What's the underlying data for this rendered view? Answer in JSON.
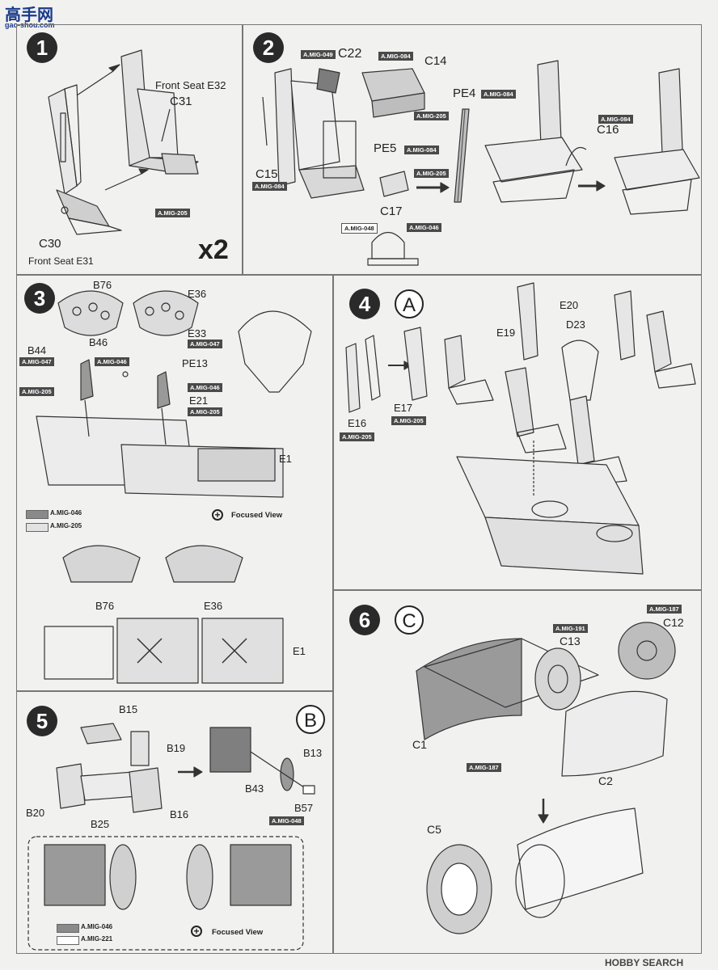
{
  "watermark_top": {
    "cn": "高手网",
    "url": "gao-shou.com"
  },
  "watermark_bottom": {
    "brand": "HOBBY SEARCH"
  },
  "step1": {
    "number": "1",
    "labels": {
      "front_seat_e32": "Front Seat E32",
      "c31": "C31",
      "c30": "C30",
      "front_seat_e31": "Front Seat E31"
    },
    "multiplier": "x2",
    "paint": [
      "A.MIG-205"
    ]
  },
  "step2": {
    "number": "2",
    "labels": {
      "c22": "C22",
      "c14": "C14",
      "pe4": "PE4",
      "pe5": "PE5",
      "c15": "C15",
      "c16": "C16",
      "c17": "C17"
    },
    "paint": {
      "c22": "A.MIG-049",
      "c14_top": "A.MIG-084",
      "c14_bottom": "A.MIG-205",
      "pe4": "A.MIG-084",
      "pe5": "A.MIG-084",
      "c15": "A.MIG-084",
      "c16": "A.MIG-084",
      "c17_top": "A.MIG-205",
      "c17_left": "A.MIG-048",
      "c17_right": "A.MIG-046"
    }
  },
  "step3": {
    "number": "3",
    "labels": {
      "b76": "B76",
      "e36": "E36",
      "b44": "B44",
      "b46": "B46",
      "e33": "E33",
      "pe13": "PE13",
      "e21": "E21",
      "e1": "E1",
      "b76_detail": "B76",
      "e36_detail": "E36",
      "e1_detail": "E1"
    },
    "paint": {
      "b44": "A.MIG-047",
      "b46": "A.MIG-046",
      "left_205": "A.MIG-205",
      "e33": "A.MIG-047",
      "e21_046": "A.MIG-046",
      "e21_205": "A.MIG-205"
    },
    "legend": [
      {
        "code": "A.MIG-046",
        "color": "#8a8a8a"
      },
      {
        "code": "A.MIG-205",
        "color": "#e2e2e2"
      }
    ],
    "focused_view": "Focused View"
  },
  "step4": {
    "number": "4",
    "sub": "A",
    "labels": {
      "e20": "E20",
      "e19": "E19",
      "d23": "D23",
      "e16": "E16",
      "e17": "E17"
    },
    "paint": {
      "e16": "A.MIG-205",
      "e17": "A.MIG-205"
    }
  },
  "step5": {
    "number": "5",
    "sub": "B",
    "labels": {
      "b15": "B15",
      "b19": "B19",
      "b20": "B20",
      "b25": "B25",
      "b16": "B16",
      "b13": "B13",
      "b43": "B43",
      "b57": "B57"
    },
    "paint": {
      "b57": "A.MIG-048"
    },
    "legend": [
      {
        "code": "A.MIG-046",
        "color": "#8a8a8a"
      },
      {
        "code": "A.MIG-221",
        "color": "#ffffff"
      }
    ],
    "focused_view": "Focused View"
  },
  "step6": {
    "number": "6",
    "sub": "C",
    "labels": {
      "c12": "C12",
      "c13": "C13",
      "c1": "C1",
      "c2": "C2",
      "c5": "C5"
    },
    "paint": {
      "c12": "A.MIG-187",
      "c13": "A.MIG-191",
      "c1": "A.MIG-187"
    }
  }
}
